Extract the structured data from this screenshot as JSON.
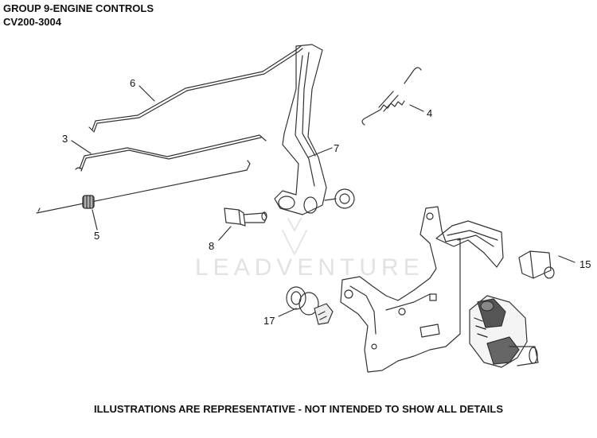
{
  "header": {
    "title": "GROUP 9-ENGINE CONTROLS",
    "model": "CV200-3004"
  },
  "callouts": [
    {
      "id": "6",
      "label": "6"
    },
    {
      "id": "3",
      "label": "3"
    },
    {
      "id": "4",
      "label": "4"
    },
    {
      "id": "7",
      "label": "7"
    },
    {
      "id": "5",
      "label": "5"
    },
    {
      "id": "8",
      "label": "8"
    },
    {
      "id": "15",
      "label": "15"
    },
    {
      "id": "17",
      "label": "17"
    }
  ],
  "watermark": "LEADVENTURE",
  "footer": "ILLUSTRATIONS ARE REPRESENTATIVE - NOT INTENDED TO SHOW ALL DETAILS"
}
